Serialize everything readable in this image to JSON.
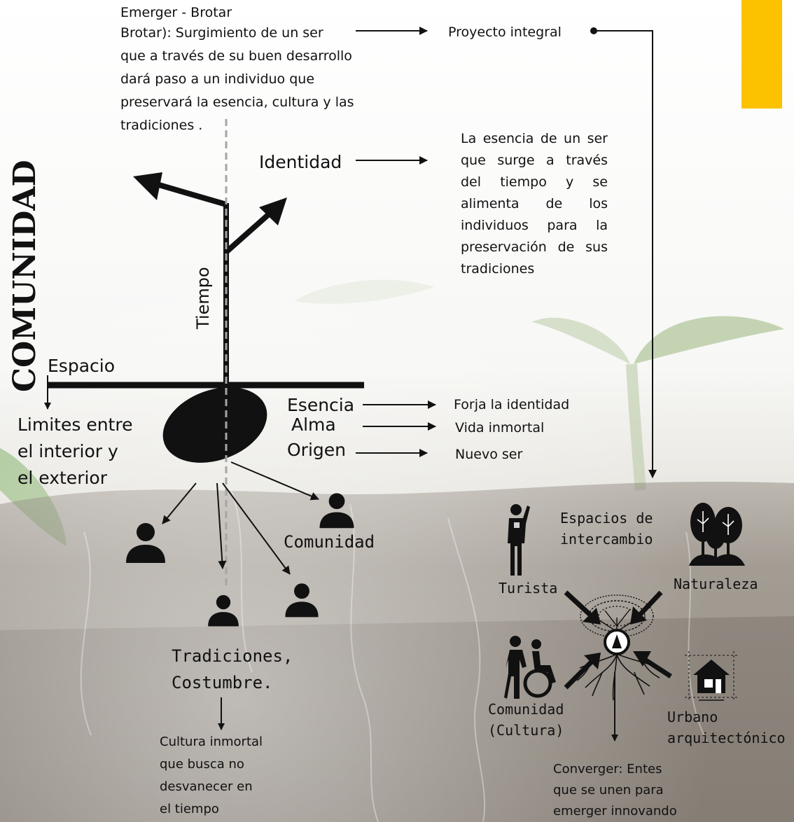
{
  "colors": {
    "accent_bar": "#fcc200",
    "soil_dark": "#3c3128",
    "sprout_green": "#9fc08a",
    "ink": "#111111"
  },
  "title": "COMUNIDAD",
  "emerger": {
    "heading": "Emerger - Brotar",
    "lines": [
      "Brotar): Surgimiento de un ser",
      "que a través de su buen desarrollo",
      "dará paso a un individuo que",
      "preservará la esencia, cultura y las",
      "tradiciones ."
    ]
  },
  "proyecto_integral": "Proyecto integral",
  "identidad": {
    "label": "Identidad",
    "description": "La esencia de un ser que surge a través del tiempo y se alimenta de los individuos para la preservación de sus tradiciones"
  },
  "tiempo": "Tiempo",
  "espacio": {
    "label": "Espacio",
    "description_lines": [
      "Limites entre",
      "el interior y",
      "el exterior"
    ]
  },
  "seed_pairs": [
    {
      "term": "Esencia",
      "meaning": "Forja la identidad"
    },
    {
      "term": "Alma",
      "meaning": "Vida inmortal"
    },
    {
      "term": "Origen",
      "meaning": "Nuevo ser"
    }
  ],
  "comunidad_label": "Comunidad",
  "tradiciones": {
    "label_lines": [
      "Tradiciones,",
      "Costumbre."
    ],
    "description_lines": [
      "Cultura inmortal",
      "que busca no",
      "desvanecer en",
      "el tiempo"
    ]
  },
  "convergence": {
    "espacios_lines": [
      "Espacios de",
      "intercambio"
    ],
    "turista": "Turista",
    "naturaleza": "Naturaleza",
    "comunidad_cultura_lines": [
      "Comunidad",
      "(Cultura)"
    ],
    "urbano_lines": [
      "Urbano",
      "arquitectónico"
    ],
    "converger_lines": [
      "Converger: Entes",
      "que se unen para",
      "emerger innovando"
    ]
  },
  "icons": [
    "person-icon",
    "tourist-icon",
    "trees-icon",
    "caregiver-wheelchair-icon",
    "house-icon",
    "tree-roots-icon"
  ]
}
